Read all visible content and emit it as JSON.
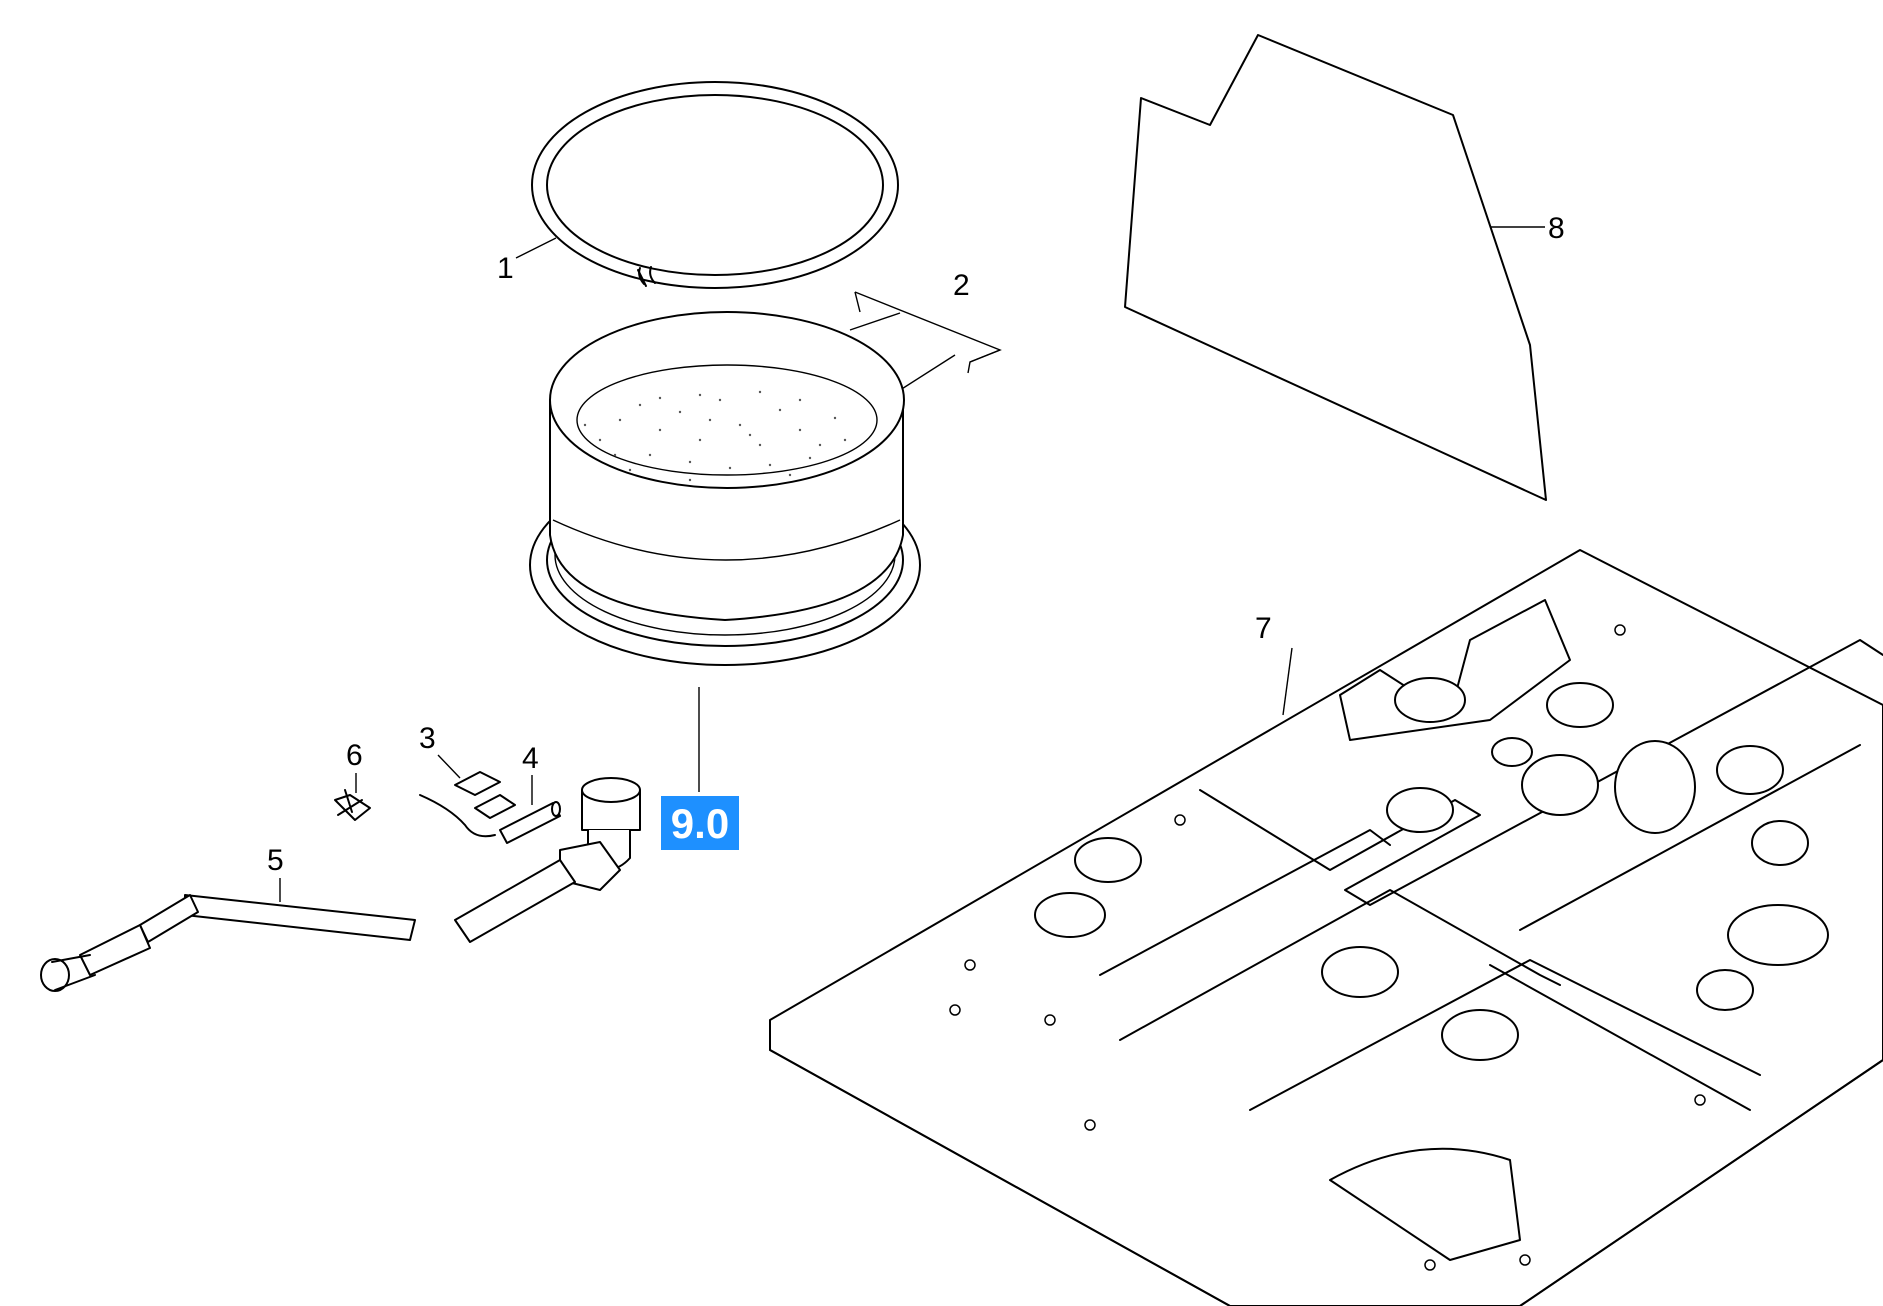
{
  "callouts": {
    "c1": "1",
    "c2": "2",
    "c3": "3",
    "c4": "4",
    "c5": "5",
    "c6": "6",
    "c7": "7",
    "c8": "8"
  },
  "highlight": {
    "label": "9.0",
    "color": "#1e90ff"
  }
}
